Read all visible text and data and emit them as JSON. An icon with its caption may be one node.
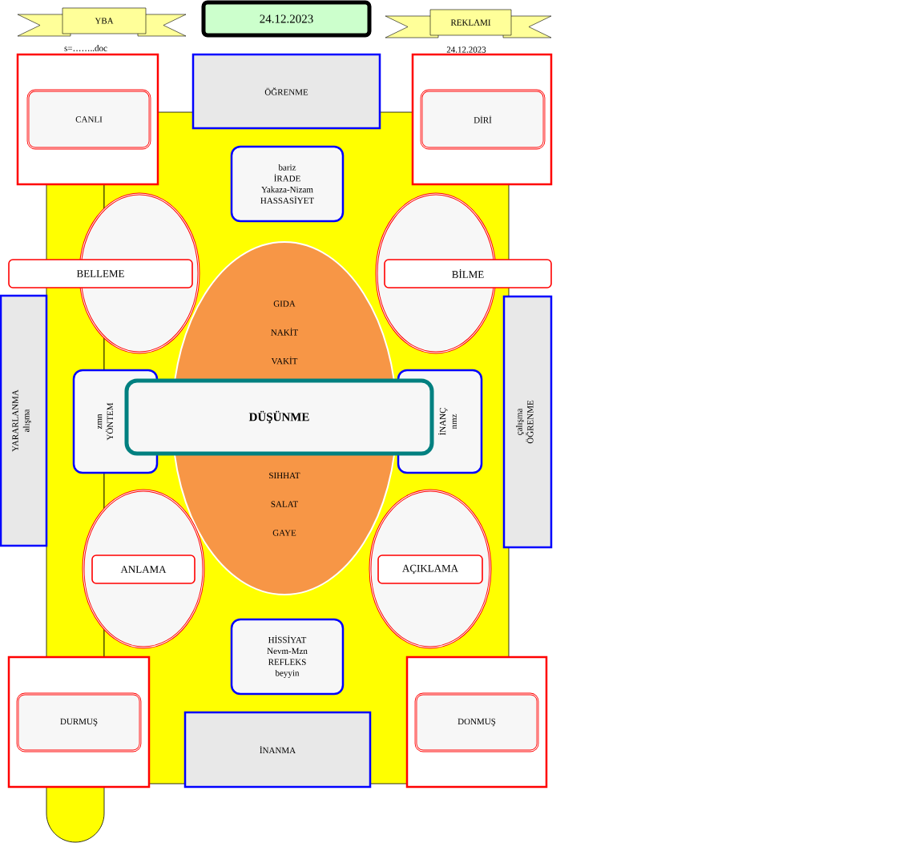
{
  "diagram": {
    "nodes": [
      {
        "text": [
          "YBA"
        ],
        "beside": [
          "s=……..doc"
        ]
      },
      {
        "text": [
          "24.12.2023"
        ]
      },
      {
        "text": [
          "REKLAMI"
        ],
        "beside": [
          "24.12.2023"
        ]
      },
      {
        "text": [],
        "shape": "box"
      },
      {
        "text": [
          "CANLI"
        ],
        "in": 3
      },
      {
        "text": [
          "ÖĞRENME"
        ]
      },
      {
        "text": [],
        "shape": "box"
      },
      {
        "text": [
          "DİRİ"
        ],
        "in": 6
      },
      {
        "text": [
          "bariz",
          "İRADE",
          "Yakaza-Nizam",
          "HASSASİYET"
        ]
      },
      {
        "text": [],
        "shape": "circle"
      },
      {
        "text": [
          "BELLEME"
        ]
      },
      {
        "text": [],
        "shape": "circle"
      },
      {
        "text": [
          "BİLME"
        ]
      },
      {
        "text": [
          "GIDA",
          "NAKİT",
          "VAKİT",
          "SIHHAT",
          "SALAT",
          "GAYE"
        ]
      },
      {
        "text": [
          "YARARLANMA",
          "alışma"
        ]
      },
      {
        "text": [
          "zmn",
          "YÖNTEM"
        ]
      },
      {
        "text": [
          "DÜŞÜNME"
        ]
      },
      {
        "text": [
          "İNANÇ",
          "nmz"
        ]
      },
      {
        "text": [
          "çalışma",
          "ÖĞRENME"
        ]
      },
      {
        "text": [],
        "shape": "circle"
      },
      {
        "text": [
          "ANLAMA"
        ],
        "in": 19
      },
      {
        "text": [],
        "shape": "circle"
      },
      {
        "text": [
          "AÇIKLAMA"
        ],
        "in": 21
      },
      {
        "text": [
          "HİSSİYAT",
          "Nevm-Mzn",
          "REFLEKS",
          "beyyin"
        ]
      },
      {
        "text": [],
        "shape": "box"
      },
      {
        "text": [
          "DURMUŞ"
        ],
        "in": 24
      },
      {
        "text": [
          "İNANMA"
        ]
      },
      {
        "text": [],
        "shape": "box"
      },
      {
        "text": [
          "DONMUŞ"
        ],
        "in": 27
      }
    ],
    "edges": []
  }
}
